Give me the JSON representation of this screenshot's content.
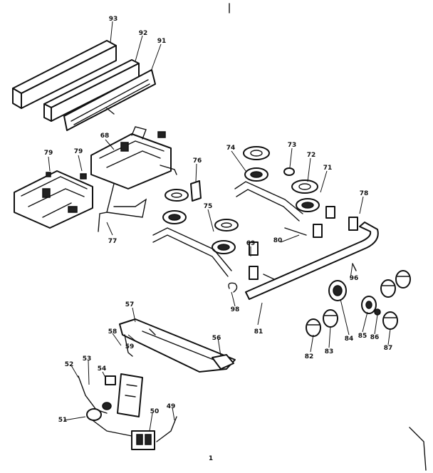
{
  "diagram": {
    "callouts": {
      "c93": "93",
      "c92": "92",
      "c91": "91",
      "c68": "68",
      "c79a": "79",
      "c79b": "79",
      "c76": "76",
      "c77": "77",
      "c74": "74",
      "c73": "73",
      "c72": "72",
      "c71": "71",
      "c78": "78",
      "c75": "75",
      "c69": "69",
      "c96a": "96",
      "c80": "80",
      "c81": "81",
      "c98": "98",
      "c82": "82",
      "c83": "83",
      "c84": "84",
      "c85": "85",
      "c86": "86",
      "c87": "87",
      "c57": "57",
      "c58": "58",
      "c59": "59",
      "c56": "56",
      "c52": "52",
      "c53": "53",
      "c54": "54",
      "c51": "51",
      "c50": "50",
      "c49": "49",
      "c1": "1"
    }
  }
}
